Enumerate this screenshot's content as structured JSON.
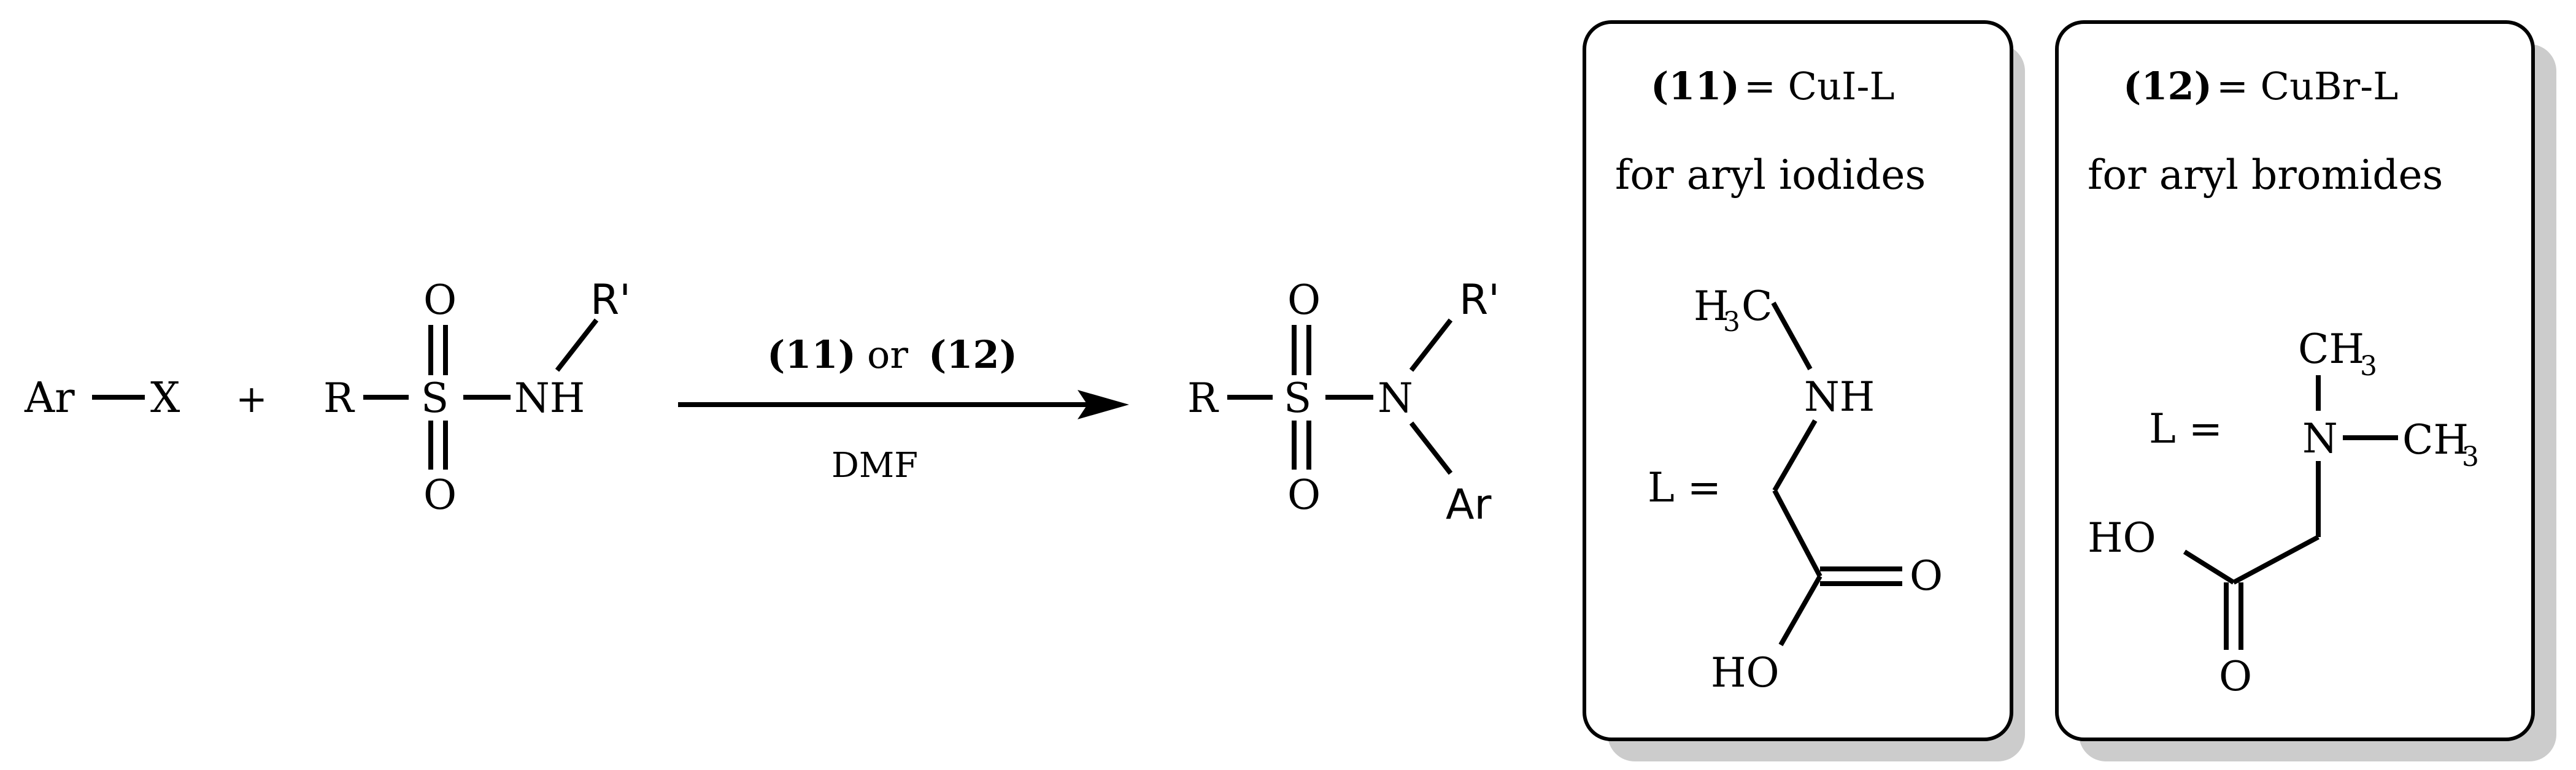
{
  "reaction": {
    "reactant1": {
      "ar": "Ar",
      "x": "X"
    },
    "plus": "+",
    "reactant2": {
      "r": "R",
      "s": "S",
      "o_top": "O",
      "o_bottom": "O",
      "nh": "NH",
      "r_prime": "R'"
    },
    "arrow": {
      "cat11": "(11)",
      "or": "or",
      "cat12": "(12)",
      "solvent": "DMF"
    },
    "product": {
      "r": "R",
      "s": "S",
      "o_top": "O",
      "o_bottom": "O",
      "n": "N",
      "r_prime": "R'",
      "ar": "Ar"
    }
  },
  "box11": {
    "id": "(11)",
    "formula": "= CuI-L",
    "note": "for aryl iodides",
    "ligand": {
      "l_eq": "L =",
      "h": "H",
      "sub3": "3",
      "c": "C",
      "nh": "NH",
      "o": "O",
      "ho": "HO"
    }
  },
  "box12": {
    "id": "(12)",
    "formula": "= CuBr-L",
    "note": "for aryl bromides",
    "ligand": {
      "l_eq": "L =",
      "n": "N",
      "ch": "CH",
      "sub3": "3",
      "ho": "HO",
      "o": "O"
    }
  }
}
